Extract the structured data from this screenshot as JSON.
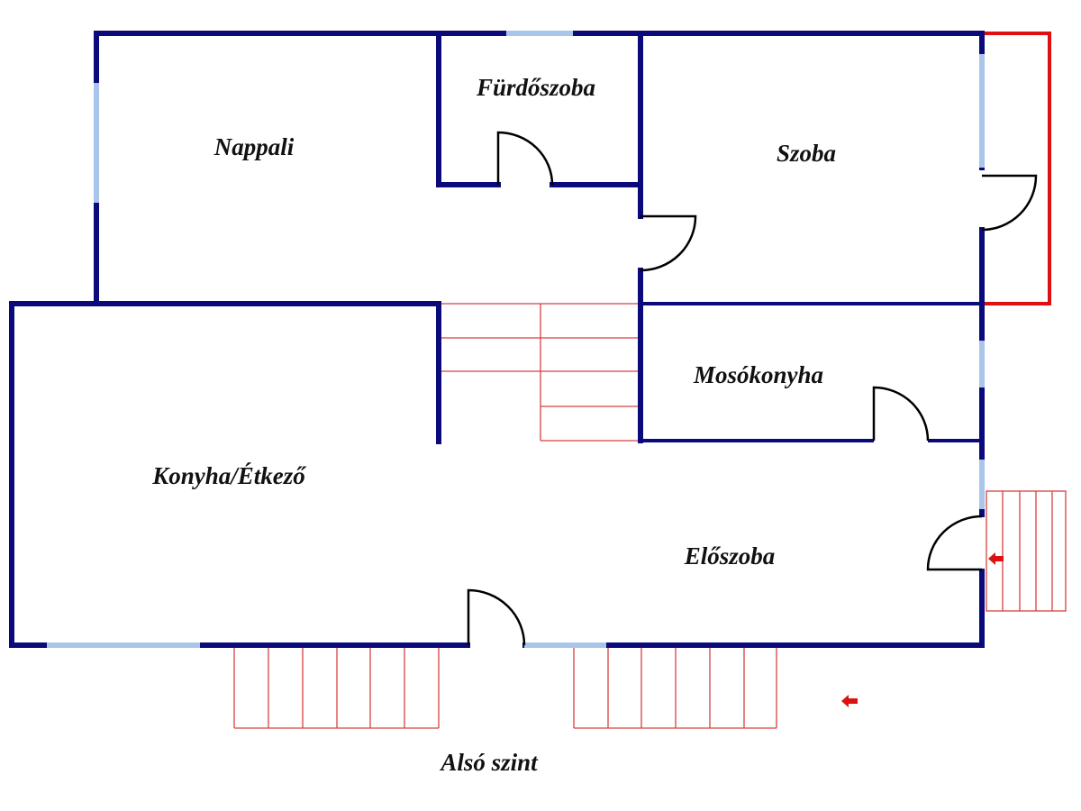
{
  "plan": {
    "level_label": "Alsó szint",
    "rooms": {
      "nappali": "Nappali",
      "furdoszoba": "Fürdőszoba",
      "szoba": "Szoba",
      "mosokonyha": "Mosókonyha",
      "konyha": "Konyha/Étkező",
      "eloszoba": "Előszoba"
    },
    "colors": {
      "wall": "#0a0a7a",
      "window": "#a9c6ea",
      "stairs": "#d84040",
      "balcony": "#dd1111"
    }
  }
}
